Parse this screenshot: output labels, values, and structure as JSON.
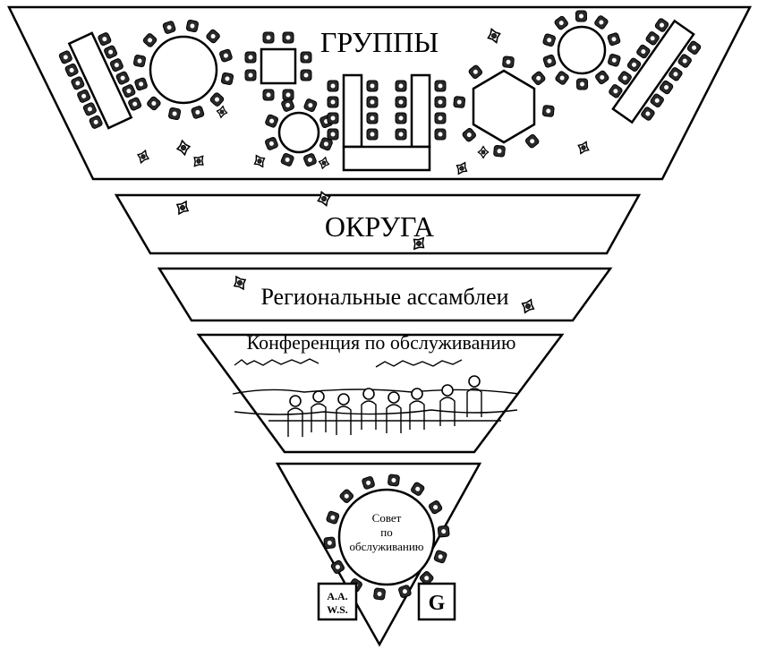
{
  "tiers": {
    "groups": {
      "label": "ГРУППЫ"
    },
    "districts": {
      "label": "ОКРУГА"
    },
    "regional": {
      "label": "Региональные ассамблеи"
    },
    "conference": {
      "label": "Конференция по обслуживанию"
    },
    "council": {
      "line1": "Совет",
      "line2": "по",
      "line3": "обслуживанию"
    }
  },
  "logos": {
    "aaws": {
      "line1": "A.A.",
      "line2": "W.S."
    },
    "grapevine": {
      "text": "G"
    }
  },
  "colors": {
    "ink": "#000000",
    "paper": "#ffffff"
  }
}
